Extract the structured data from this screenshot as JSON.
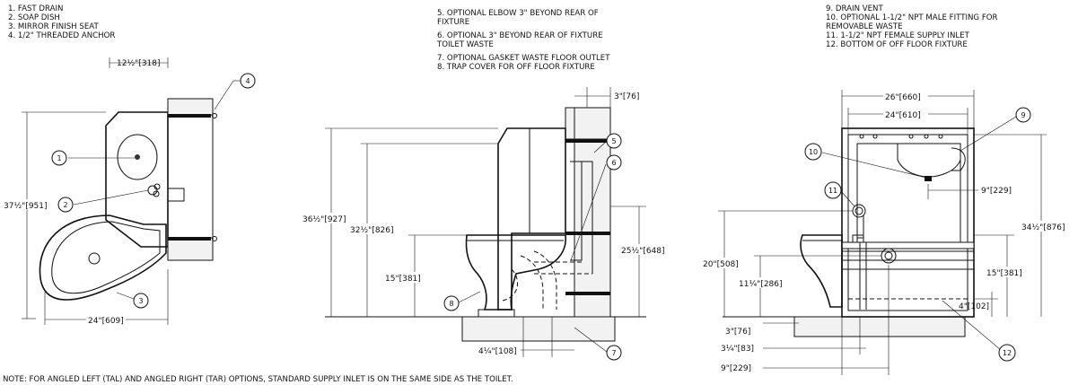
{
  "legend_left": [
    "1.  FAST DRAIN",
    "2.  SOAP DISH",
    "3.  MIRROR FINISH SEAT",
    "4.  1/2\" THREADED ANCHOR"
  ],
  "legend_mid": [
    "5.  OPTIONAL ELBOW 3\" BEYOND REAR OF",
    "      FIXTURE",
    "6.  OPTIONAL 3\" BEYOND REAR OF FIXTURE",
    "      TOILET WASTE",
    "7.  OPTIONAL GASKET WASTE FLOOR OUTLET",
    "8.  TRAP COVER FOR OFF FLOOR FIXTURE"
  ],
  "legend_right": [
    "9.  DRAIN VENT",
    "10. OPTIONAL 1-1/2\" NPT MALE FITTING FOR",
    "      REMOVABLE WASTE",
    "11. 1-1/2\" NPT FEMALE SUPPLY INLET",
    "12. BOTTOM OF OFF FLOOR FIXTURE"
  ],
  "callouts": [
    "1",
    "2",
    "3",
    "4",
    "5",
    "6",
    "7",
    "8",
    "9",
    "10",
    "11",
    "12"
  ],
  "dims": {
    "d_12_318": "12½\"[318]",
    "d_37_951": "37½\"[951]",
    "d_24_609": "24\"[609]",
    "d_3_76_top": "3\"[76]",
    "d_36_927": "36½\"[927]",
    "d_32_826": "32½\"[826]",
    "d_15_381_mid": "15\"[381]",
    "d_25_648": "25½\"[648]",
    "d_4_108": "4¼\"[108]",
    "d_26_660": "26\"[660]",
    "d_24_610": "24\"[610]",
    "d_9_229_right": "9\"[229]",
    "d_34_876": "34½\"[876]",
    "d_20_508": "20\"[508]",
    "d_11_286": "11¼\"[286]",
    "d_15_381_right": "15\"[381]",
    "d_4_102": "4\"[102]",
    "d_3_76_bot": "3\"[76]",
    "d_3_83": "3¼\"[83]",
    "d_9_229_bot": "9\"[229]"
  },
  "note": "NOTE: FOR ANGLED LEFT (TAL) AND ANGLED RIGHT (TAR) OPTIONS, STANDARD SUPPLY INLET IS ON THE SAME SIDE AS THE TOILET."
}
